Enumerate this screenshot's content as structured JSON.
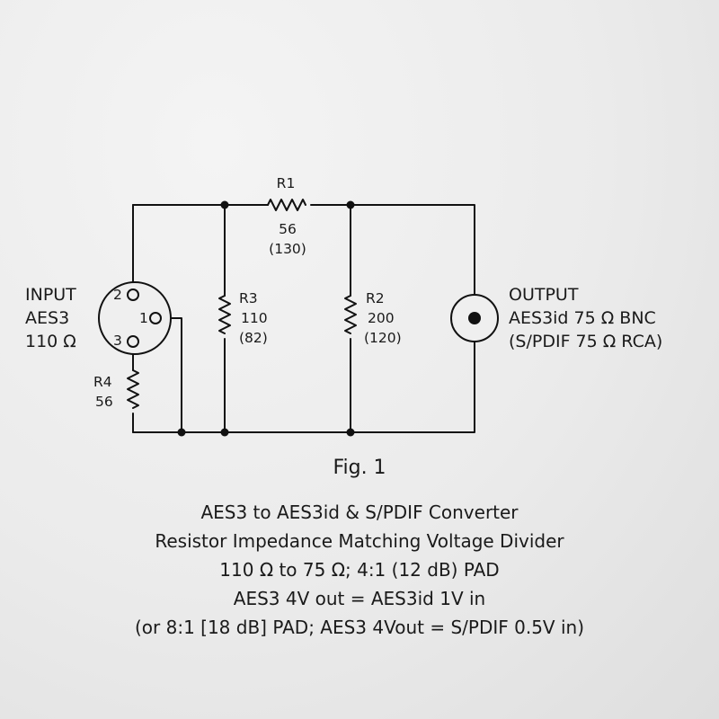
{
  "input": {
    "line1": "INPUT",
    "line2": "AES3",
    "line3": "110 Ω",
    "pin1": "1",
    "pin2": "2",
    "pin3": "3"
  },
  "output": {
    "line1": "OUTPUT",
    "line2": "AES3id 75 Ω BNC",
    "line3": "(S/PDIF 75 Ω RCA)"
  },
  "r1": {
    "name": "R1",
    "value": "56",
    "alt": "(130)"
  },
  "r2": {
    "name": "R2",
    "value": "200",
    "alt": "(120)"
  },
  "r3": {
    "name": "R3",
    "value": "110",
    "alt": "(82)"
  },
  "r4": {
    "name": "R4",
    "value": "56"
  },
  "figure_label": "Fig. 1",
  "caption": [
    "AES3 to AES3id & S/PDIF Converter",
    "Resistor Impedance Matching Voltage Divider",
    "110 Ω to 75 Ω;  4:1 (12 dB) PAD",
    "AES3 4V out = AES3id 1V in",
    "(or 8:1 [18 dB] PAD; AES3 4Vout = S/PDIF 0.5V in)"
  ]
}
